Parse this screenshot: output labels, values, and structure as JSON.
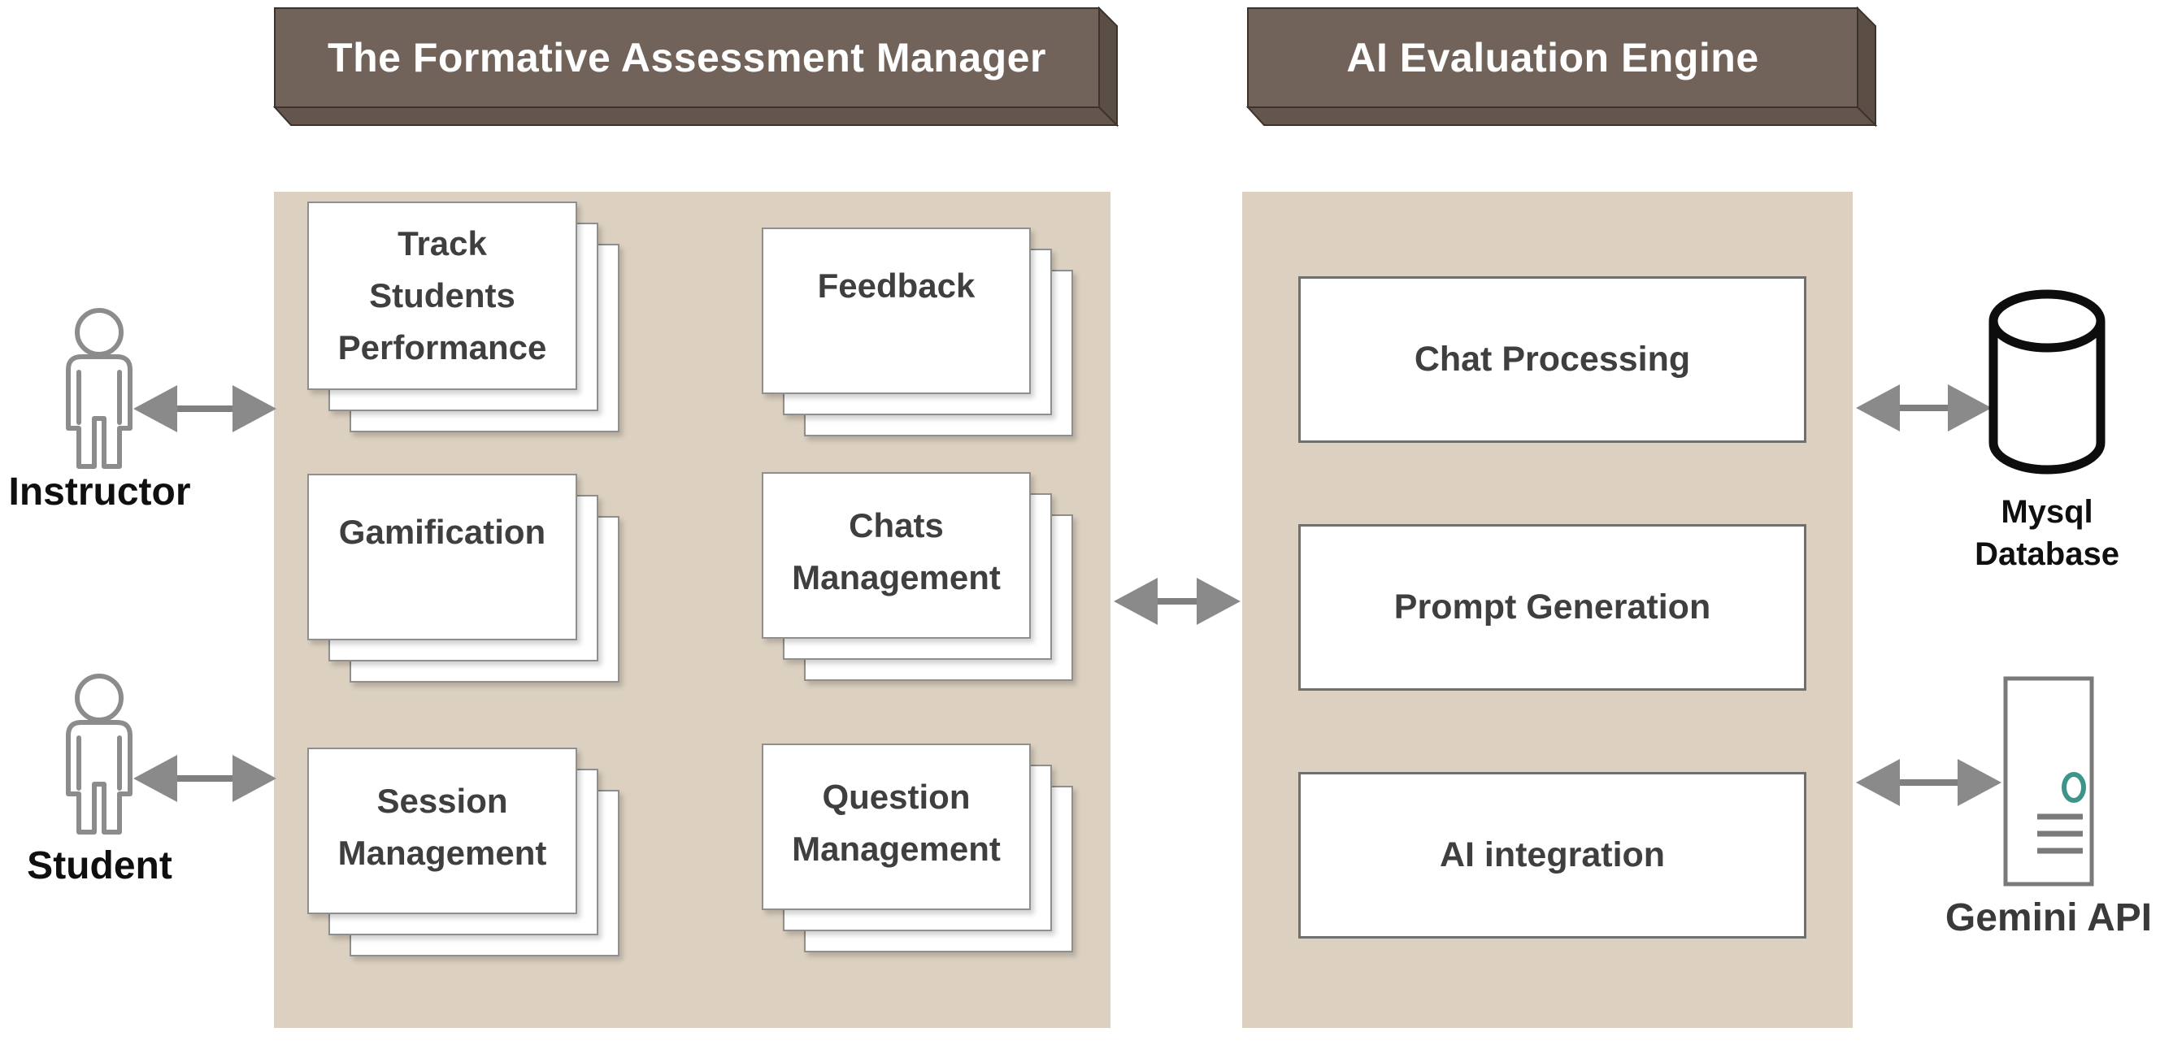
{
  "headers": {
    "formative": "The Formative Assessment Manager",
    "ai_engine": "AI Evaluation Engine"
  },
  "actors": {
    "instructor": "Instructor",
    "student": "Student"
  },
  "fam_modules": [
    {
      "label": "Track\nStudents\nPerformance"
    },
    {
      "label": "Feedback"
    },
    {
      "label": "Gamification"
    },
    {
      "label": "Chats\nManagement"
    },
    {
      "label": "Session\nManagement"
    },
    {
      "label": "Question\nManagement"
    }
  ],
  "ai_modules": [
    {
      "label": "Chat Processing"
    },
    {
      "label": "Prompt Generation"
    },
    {
      "label": "AI integration"
    }
  ],
  "external": {
    "database": "Mysql\nDatabase",
    "api": "Gemini API"
  },
  "icons": {
    "instructor": "person-icon",
    "student": "person-icon",
    "database": "database-cylinder-icon",
    "api": "server-tower-icon"
  },
  "colors": {
    "panel_bg": "#dcd1c1",
    "header_bg": "#72635a",
    "header_bevel_bottom": "#64564d",
    "header_bevel_right": "#5a4e45",
    "header_text": "#ffffff",
    "card_border": "#8f8f8f",
    "card_text": "#3f3f3f",
    "box_border": "#6f6f6f",
    "arrow_gray": "#8a8a8a",
    "person_gray": "#8c8c8c",
    "db_black": "#0d0d0d",
    "teal_accent": "#3e9488"
  }
}
